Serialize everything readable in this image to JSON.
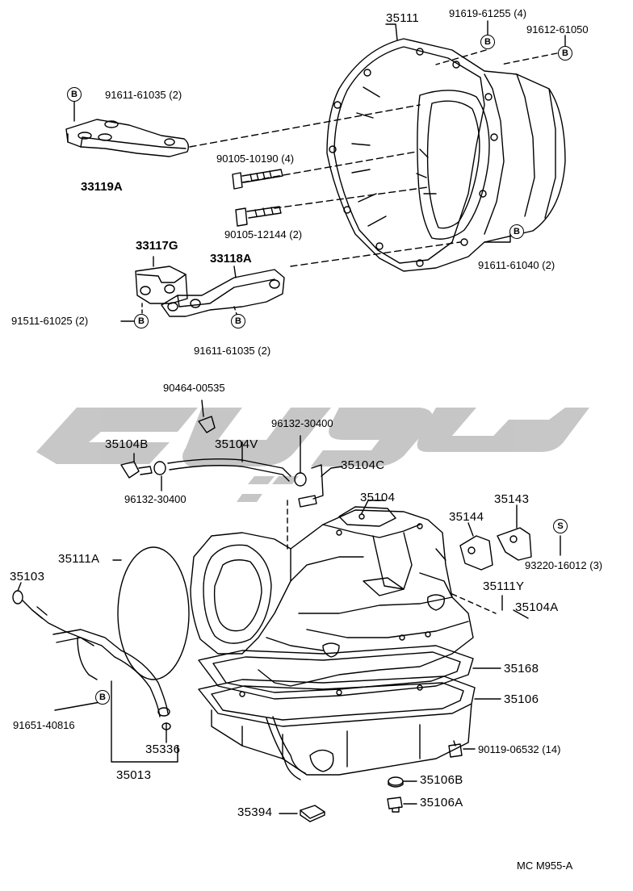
{
  "labels": {
    "p35111": "35111",
    "p91619": "91619-61255 (4)",
    "p91612": "91612-61050",
    "p91611a": "91611-61035 (2)",
    "p33119A": "33119A",
    "p90105a": "90105-10190 (4)",
    "p90105b": "90105-12144 (2)",
    "p33117G": "33117G",
    "p33118A": "33118A",
    "p91611b": "91611-61040 (2)",
    "p91511": "91511-61025 (2)",
    "p91611c": "91611-61035 (2)",
    "p90464": "90464-00535",
    "p96132a": "96132-30400",
    "p35104B": "35104B",
    "p35104V": "35104V",
    "p35104C": "35104C",
    "p96132b": "96132-30400",
    "p35104": "35104",
    "p35143": "35143",
    "p35144": "35144",
    "p93220": "93220-16012 (3)",
    "p35111A": "35111A",
    "p35103": "35103",
    "p35111Y": "35111Y",
    "p35104A": "35104A",
    "p35168": "35168",
    "p35106": "35106",
    "p91651": "91651-40816",
    "p35336": "35336",
    "p90119": "90119-06532 (14)",
    "p35013": "35013",
    "p35106B": "35106B",
    "p35106A": "35106A",
    "p35394": "35394",
    "code": "MC M955-A"
  },
  "markers": {
    "b": "B",
    "s": "S"
  },
  "colors": {
    "line": "#000000",
    "watermark": "#bdbdbd"
  }
}
